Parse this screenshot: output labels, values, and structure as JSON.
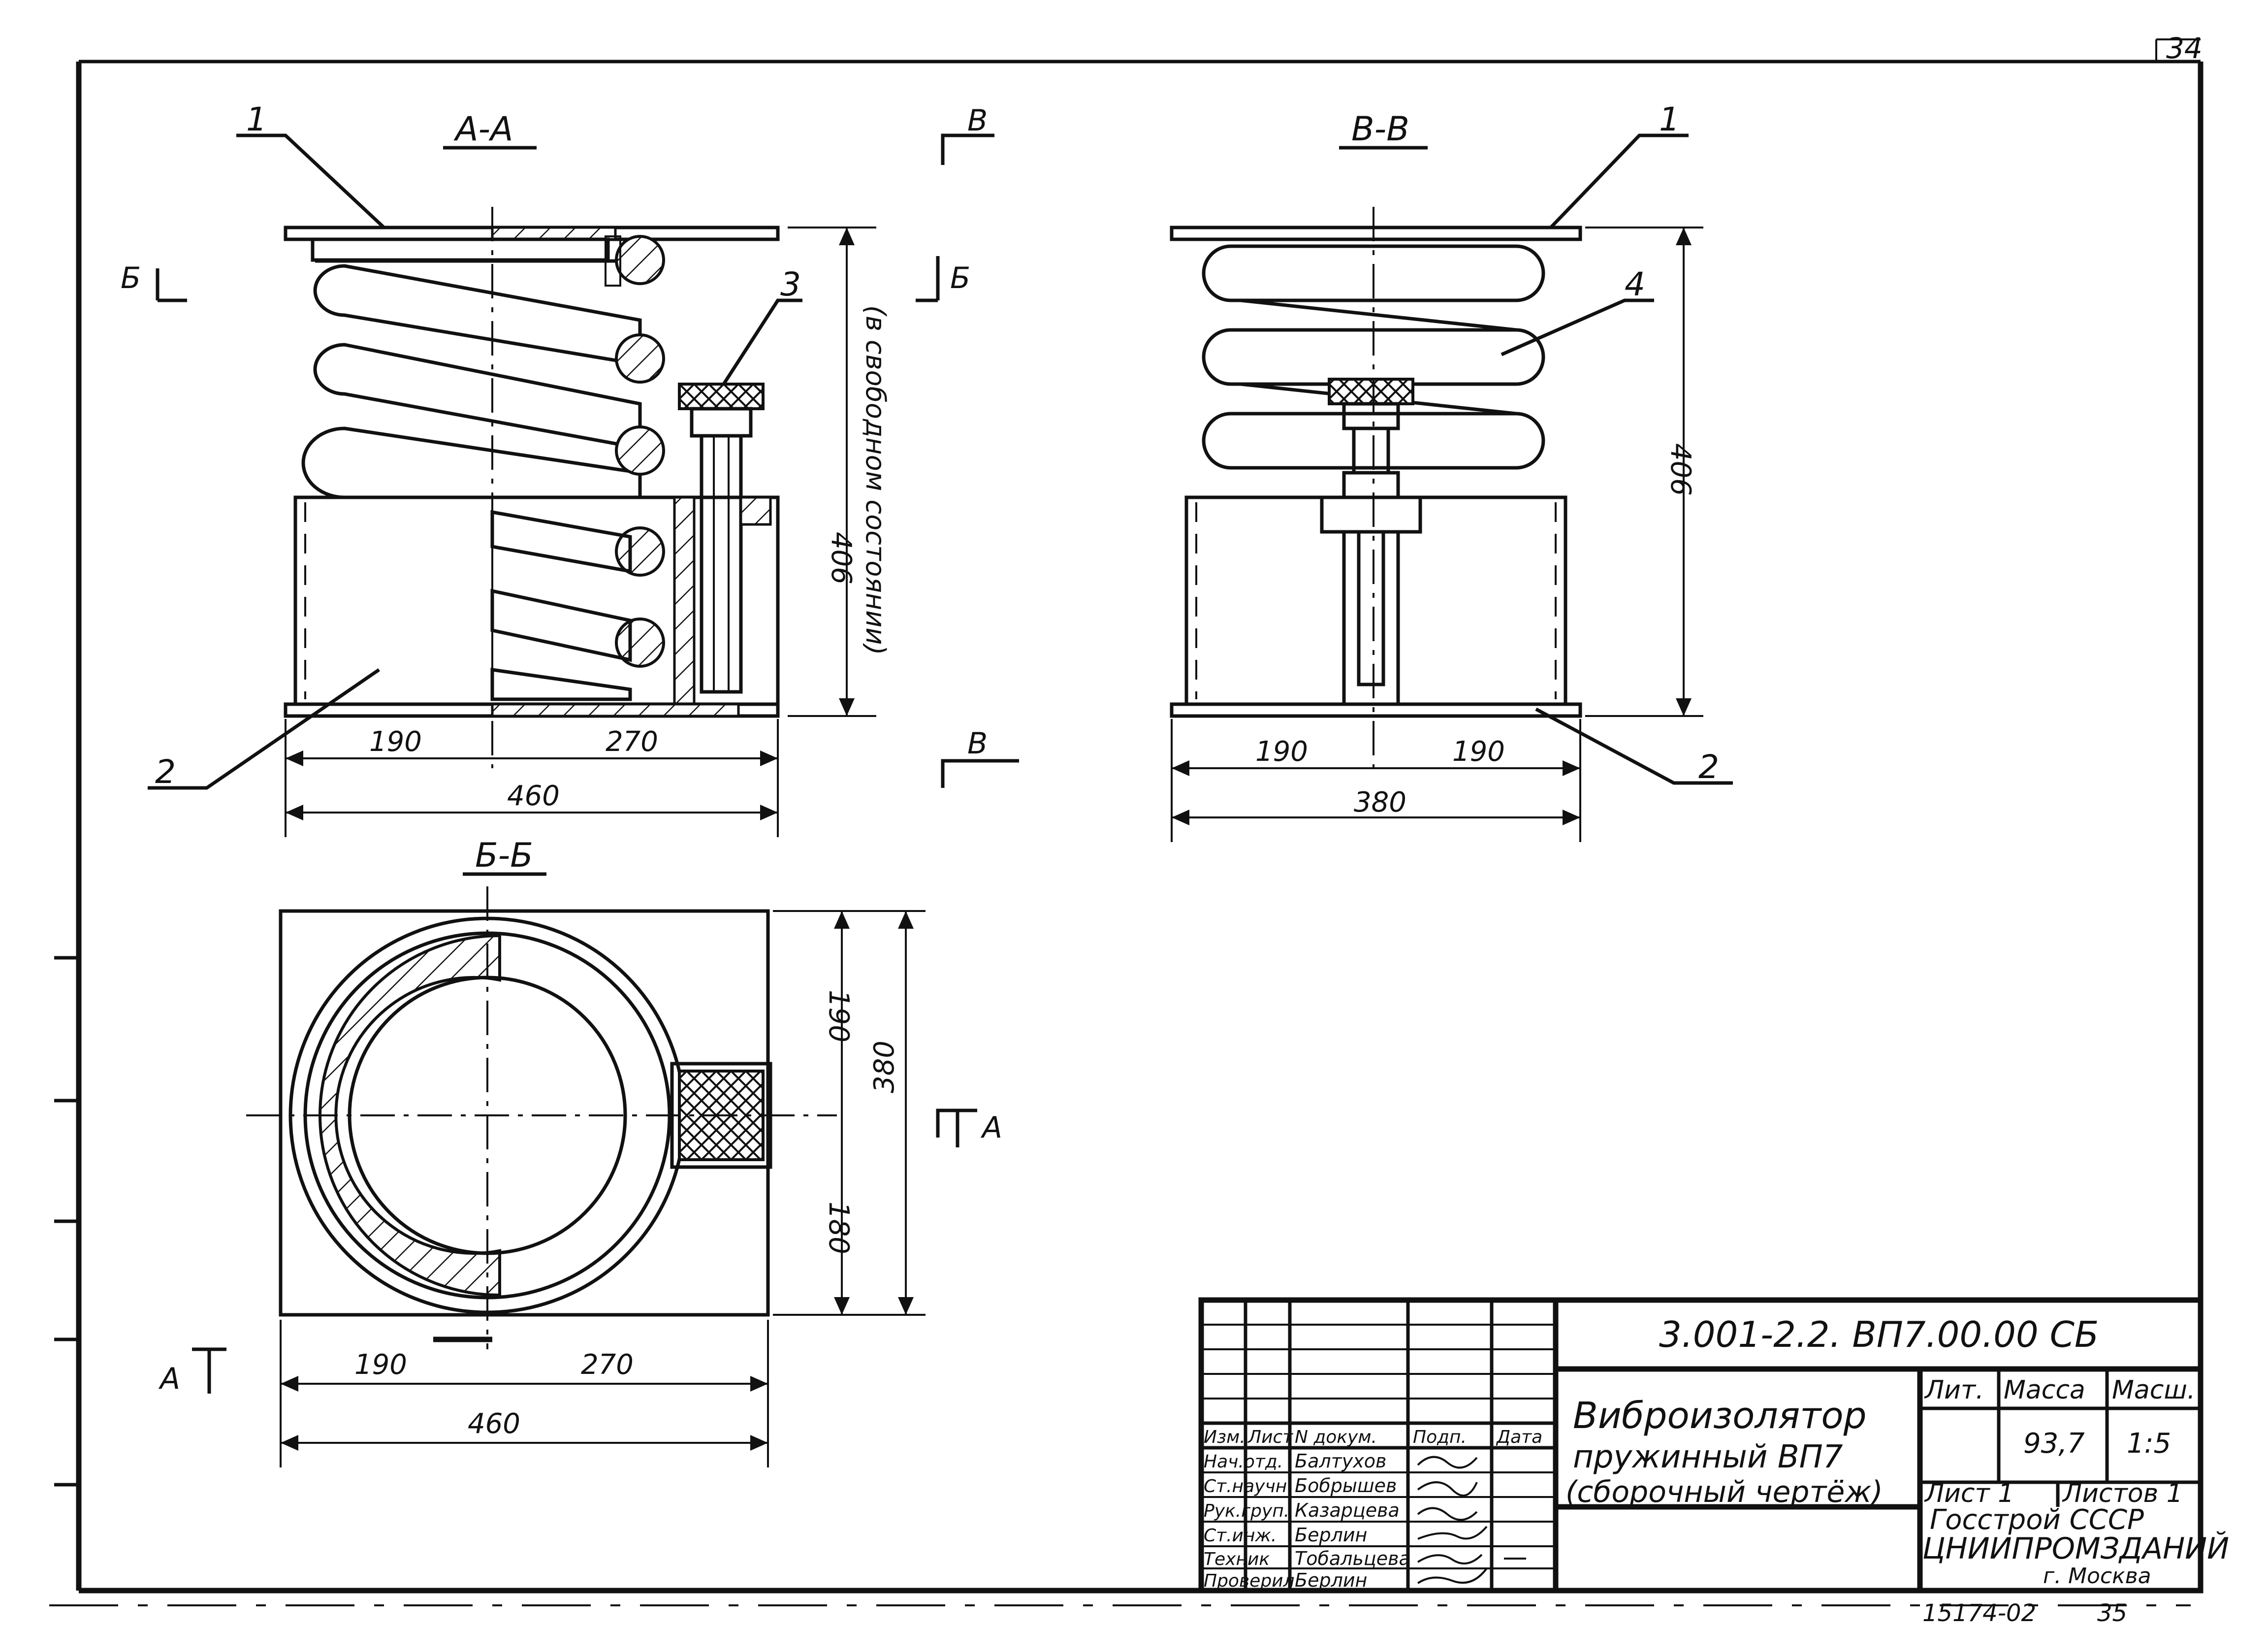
{
  "sheet": {
    "sheet_number_top": "34",
    "bottom_left_code": "15174-02",
    "bottom_right_number": "35"
  },
  "views": {
    "section_aa": {
      "title": "А-А",
      "callouts": [
        "1",
        "2",
        "3"
      ],
      "dim_left": "190",
      "dim_right": "270",
      "dim_total": "460",
      "dim_height": "406",
      "free_state_note": "(в свободном состоянии)",
      "cut_b_label": "Б",
      "cut_v_label": "В"
    },
    "section_vv": {
      "title": "В-В",
      "callouts": [
        "1",
        "4",
        "2"
      ],
      "dim_left": "190",
      "dim_right": "190",
      "dim_total": "380",
      "dim_height": "406"
    },
    "section_bb": {
      "title": "Б-Б",
      "dim_left": "190",
      "dim_right": "270",
      "dim_total": "460",
      "dim_top": "190",
      "dim_bottom": "180",
      "dim_height": "380",
      "cut_a_label": "А"
    }
  },
  "title_block": {
    "designation": "3.001-2.2. ВП7.00.00 СБ",
    "name_line1": "Виброизолятор",
    "name_line2": "пружинный ВП7",
    "name_line3": "(сборочный чертёж)",
    "col_headers": [
      "Изм.",
      "Лист",
      "N докум.",
      "Подп.",
      "Дата"
    ],
    "roles": [
      "Нач.отд.",
      "Ст.научн.",
      "Рук.груп.",
      "Ст.инж.",
      "Техник",
      "Проверил"
    ],
    "names": [
      "Балтухов",
      "Бобрышев",
      "Казарцева",
      "Берлин",
      "Тобальцева",
      "Берлин"
    ],
    "lit_header": "Лит.",
    "mass_header": "Масса",
    "scale_header": "Масш.",
    "mass_value": "93,7",
    "scale_value": "1:5",
    "sheet_label": "Лист 1",
    "sheets_label": "Листов 1",
    "org_line1": "Госстрой СССР",
    "org_line2": "ЦНИИПРОМЗДАНИЙ",
    "org_line3": "г. Москва"
  }
}
